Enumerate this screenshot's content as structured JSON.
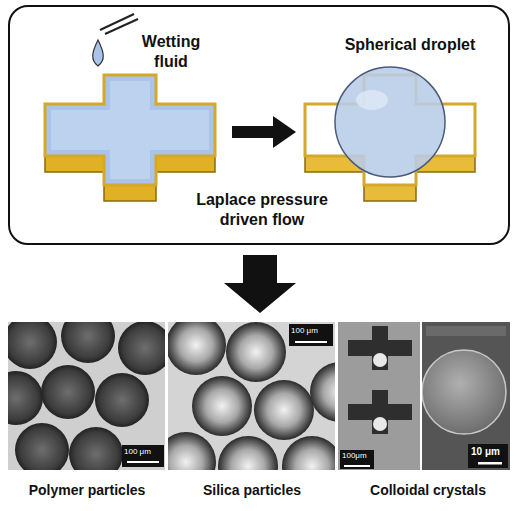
{
  "diagram": {
    "nodes": [
      {
        "text": [
          "Wetting fluid",
          "Spherical droplet",
          "Laplace pressure driven flow"
        ]
      }
    ],
    "labels": [
      "100 μm",
      "100 μm",
      "100μm",
      "10 μm",
      "Polymer particles",
      "Silica particles",
      "Colloidal crystals"
    ]
  }
}
